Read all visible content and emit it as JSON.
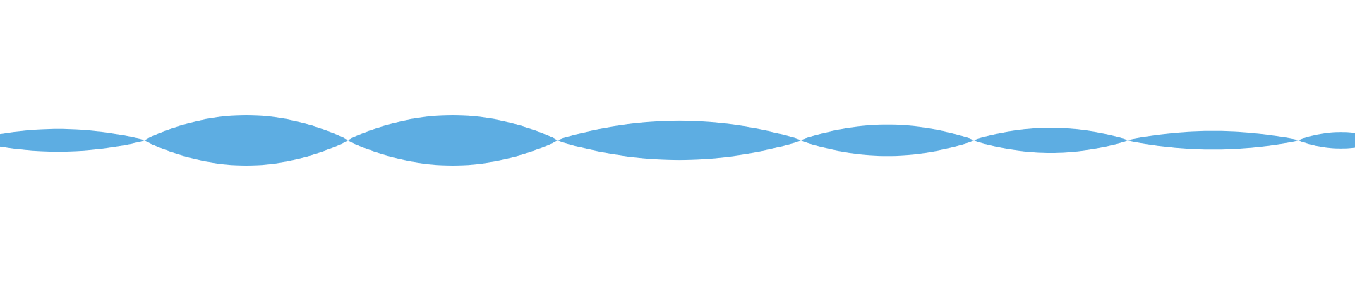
{
  "waveform": {
    "color": "#5dade2",
    "background": "#ffffff",
    "lobe_count": 8,
    "relative_amplitudes": [
      0.45,
      1.0,
      1.0,
      0.78,
      0.62,
      0.5,
      0.37,
      0.33
    ]
  }
}
